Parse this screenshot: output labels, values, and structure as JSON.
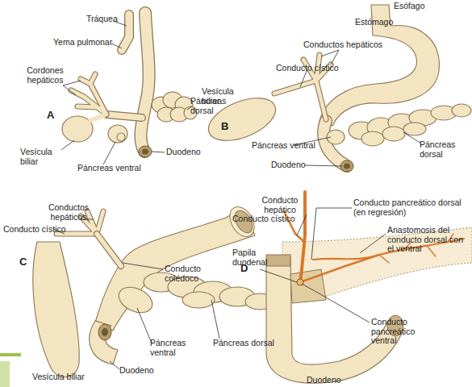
{
  "diagram": {
    "labels": [
      "Tráquea",
      "Yema pulmonar",
      "Cordones hepáticos",
      "A",
      "Páncreas dorsal",
      "Vesícula biliar",
      "Páncreas ventral",
      "Duodeno",
      "Esófago",
      "Estómago",
      "Conductos hepáticos",
      "Conducto cístico",
      "Vesícula biliar",
      "B",
      "Páncreas ventral",
      "Páncreas dorsal",
      "Duodeno",
      "Conductos hepáticos",
      "Conducto cístico",
      "C",
      "Conducto colédoco",
      "Páncreas ventral",
      "Páncreas dorsal",
      "Duodeno",
      "Vesícula biliar",
      "Conducto hepático",
      "Conducto cístico",
      "Conducto pancreático dorsal (en regresión)",
      "Anastomosis del conducto dorsal con el ventral",
      "Papila duodenal",
      "D",
      "Conducto pancreático ventral",
      "Duodeno"
    ]
  }
}
